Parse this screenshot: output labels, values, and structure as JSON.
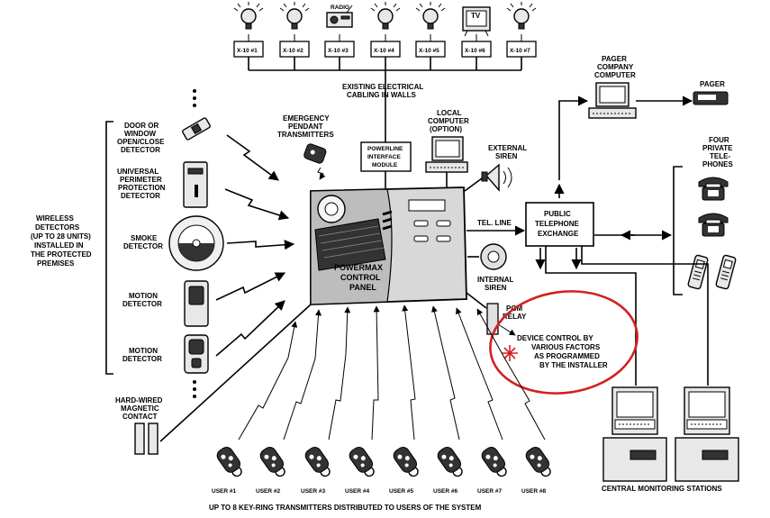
{
  "x10_modules": [
    "X-10 #1",
    "X-10 #2",
    "X-10 #3",
    "X-10 #4",
    "X-10 #5",
    "X-10 #6",
    "X-10 #7"
  ],
  "labels": {
    "radio": "RADIO",
    "tv": "TV",
    "cabling": [
      "EXISTING ELECTRICAL",
      "CABLING IN WALLS"
    ],
    "pendant": [
      "EMERGENCY",
      "PENDANT",
      "TRANSMITTERS"
    ],
    "powerline": [
      "POWERLINE",
      "INTERFACE",
      "MODULE"
    ],
    "local_computer": [
      "LOCAL",
      "COMPUTER",
      "(OPTION)"
    ],
    "external_siren": [
      "EXTERNAL",
      "SIREN"
    ],
    "pager_computer": [
      "PAGER",
      "COMPANY",
      "COMPUTER"
    ],
    "pager": "PAGER",
    "phones": [
      "FOUR",
      "PRIVATE",
      "TELE-",
      "PHONES"
    ],
    "tel_line": "TEL. LINE",
    "exchange": [
      "PUBLIC",
      "TELEPHONE",
      "EXCHANGE"
    ],
    "internal_siren": [
      "INTERNAL",
      "SIREN"
    ],
    "panel": [
      "POWERMAX",
      "CONTROL",
      "PANEL"
    ],
    "pgm": [
      "PGM",
      "RELAY"
    ],
    "device_control": [
      "DEVICE CONTROL BY",
      "VARIOUS FACTORS",
      "AS PROGRAMMED",
      "BY THE INSTALLER"
    ],
    "wireless": [
      "WIRELESS",
      "DETECTORS",
      "(UP TO 28 UNITS)",
      "INSTALLED IN",
      "THE PROTECTED",
      "PREMISES"
    ],
    "door": [
      "DOOR OR",
      "WINDOW",
      "OPEN/CLOSE",
      "DETECTOR"
    ],
    "perimeter": [
      "UNIVERSAL",
      "PERIMETER",
      "PROTECTION",
      "DETECTOR"
    ],
    "smoke": [
      "SMOKE",
      "DETECTOR"
    ],
    "motion1": [
      "MOTION",
      "DETECTOR"
    ],
    "motion2": [
      "MOTION",
      "DETECTOR"
    ],
    "hardwired": [
      "HARD-WIRED",
      "MAGNETIC",
      "CONTACT"
    ],
    "central": "CENTRAL MONITORING STATIONS",
    "bottom": "UP TO 8 KEY-RING TRANSMITTERS DISTRIBUTED TO USERS OF THE SYSTEM"
  },
  "users": [
    "USER #1",
    "USER #2",
    "USER #3",
    "USER #4",
    "USER #5",
    "USER #6",
    "USER #7",
    "USER #8"
  ],
  "colors": {
    "highlight": "#d42020",
    "ink": "#000000"
  }
}
